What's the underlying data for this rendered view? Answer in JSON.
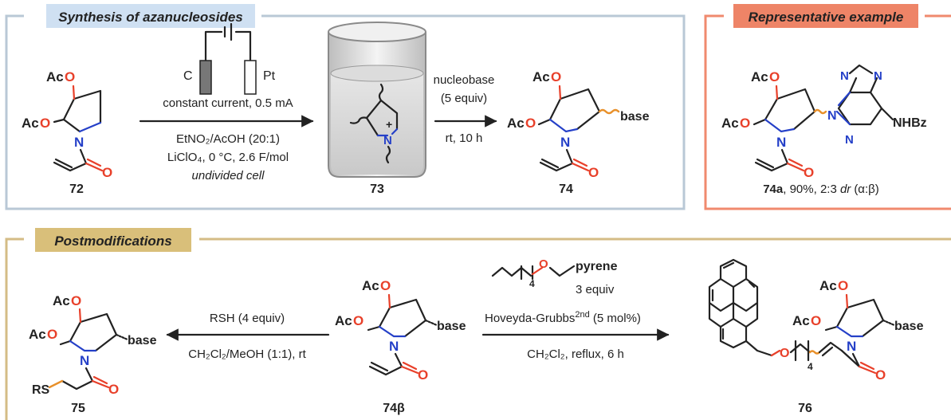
{
  "colors": {
    "synthesis_frame": "#b9c8d6",
    "synthesis_header_bg": "#cfe0f2",
    "example_frame": "#f08a6e",
    "example_header_bg": "#ee8467",
    "postmod_frame": "#d4bc86",
    "postmod_header_bg": "#d9bf7a",
    "oxygen": "#e8402a",
    "nitrogen": "#2540c8",
    "wavy_bond": "#e8902a"
  },
  "headers": {
    "synthesis": "Synthesis of azanucleosides",
    "example": "Representative example",
    "postmod": "Postmodifications"
  },
  "atoms": {
    "o": "O",
    "n": "N",
    "ac": "Ac",
    "plus": "+",
    "base": "base",
    "nhbz": "NHBz",
    "rs": "RS",
    "pyrene": "pyrene",
    "sub4": "4"
  },
  "compounds": {
    "c72": "72",
    "c73": "73",
    "c74": "74",
    "c74a_label": "74a",
    "c74a_rest": ", 90%, 2:3 ",
    "c74a_dr": "dr",
    "c74a_ab": "(α:β)",
    "c75": "75",
    "c74b": "74β",
    "c76": "76"
  },
  "step1": {
    "electrode_c": "C",
    "electrode_pt": "Pt",
    "current": "constant current, 0.5 mA",
    "solvent": "EtNO₂/AcOH (20:1)",
    "salt": "LiClO₄, 0 °C, 2.6 F/mol",
    "cell": "undivided cell"
  },
  "step2": {
    "reagent": "nucleobase",
    "equiv": "(5 equiv)",
    "cond": "rt, 10 h"
  },
  "step3": {
    "reagent": "RSH (4 equiv)",
    "cond": "CH₂Cl₂/MeOH (1:1), rt"
  },
  "step4": {
    "equiv": "3 equiv",
    "catalyst": "Hoveyda-Grubbs",
    "catalyst_sup": "2nd",
    "catalyst_load": " (5 mol%)",
    "cond": "CH₂Cl₂, reflux, 6 h"
  }
}
